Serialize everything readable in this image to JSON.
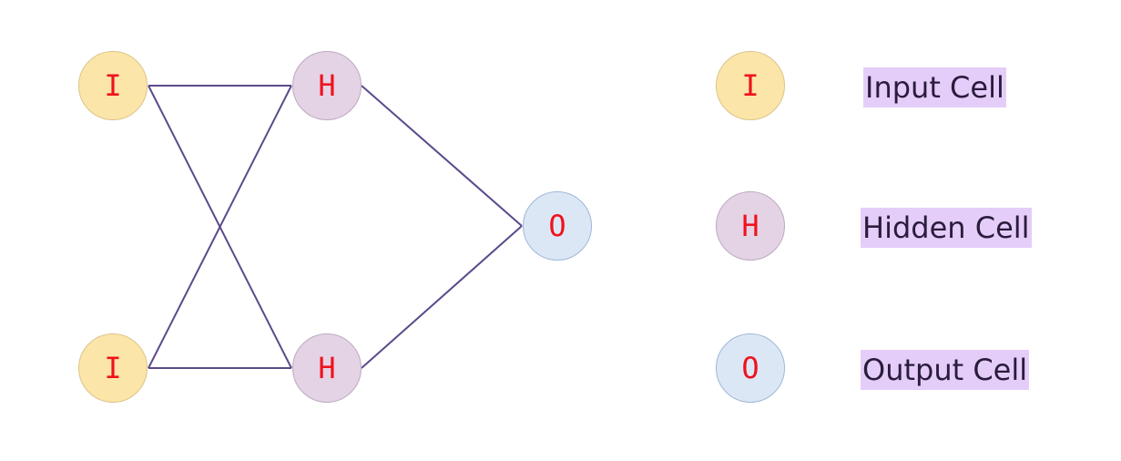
{
  "nodes": {
    "input_1": "I",
    "input_2": "I",
    "hidden_1": "H",
    "hidden_2": "H",
    "output_1": "O"
  },
  "legend": [
    {
      "symbol": "I",
      "label": "Input Cell"
    },
    {
      "symbol": "H",
      "label": "Hidden Cell"
    },
    {
      "symbol": "O",
      "label": "Output Cell"
    }
  ],
  "colors": {
    "input_fill": "#fbe5a9",
    "hidden_fill": "#e3d3e4",
    "output_fill": "#dce7f6",
    "edge": "#5b4a8a",
    "symbol_text": "#f0121e",
    "label_highlight": "#e5cdf9"
  }
}
